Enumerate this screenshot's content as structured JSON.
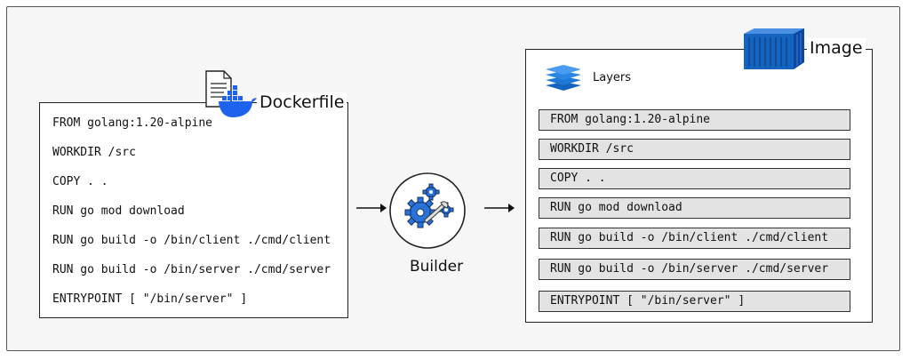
{
  "dockerfile": {
    "title": "Dockerfile",
    "lines": [
      "FROM golang:1.20-alpine",
      "WORKDIR /src",
      "COPY . .",
      "RUN go mod download",
      "RUN go build -o /bin/client ./cmd/client",
      "RUN go build -o /bin/server ./cmd/server",
      "ENTRYPOINT [ \"/bin/server\" ]"
    ]
  },
  "builder": {
    "label": "Builder"
  },
  "image": {
    "title": "Image",
    "layers_label": "Layers",
    "layers": [
      "FROM golang:1.20-alpine",
      "WORKDIR /src",
      "COPY . .",
      "RUN go mod download",
      "RUN go build -o /bin/client ./cmd/client",
      "RUN go build -o /bin/server ./cmd/server",
      "ENTRYPOINT [ \"/bin/server\" ]"
    ]
  },
  "icons": {
    "dockerfile": "document-with-docker-whale-icon",
    "builder": "gears-and-wrench-icon",
    "image": "shipping-container-icon",
    "layers": "layer-stack-icon",
    "arrows": "arrow-right-icon"
  },
  "colors": {
    "docker_blue": "#1d63ed",
    "container_blue": "#1565c0",
    "layer_fill": "#e3e3e3",
    "frame_bg": "#f6f6f6"
  }
}
